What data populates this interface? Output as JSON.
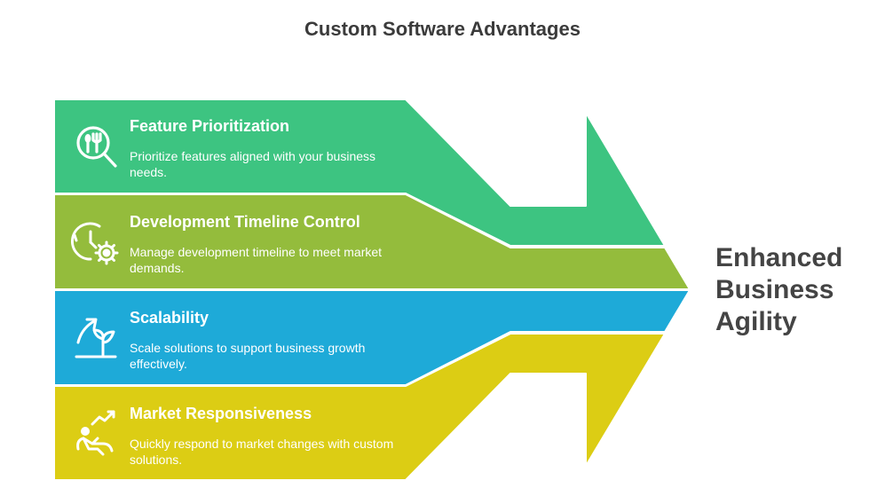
{
  "title": "Custom Software Advantages",
  "colors": {
    "green": "#3dc481",
    "olive": "#94bc3c",
    "blue": "#1eaad8",
    "yellow": "#dccd14",
    "title_text": "#3b3b3b",
    "result_text": "#444444"
  },
  "items": [
    {
      "title": "Feature Prioritization",
      "description": "Prioritize features aligned with your business needs.",
      "icon": "fork-spoon-magnifier-icon"
    },
    {
      "title": "Development Timeline Control",
      "description": "Manage development timeline to meet market demands.",
      "icon": "clock-gear-icon"
    },
    {
      "title": "Scalability",
      "description": "Scale solutions to support business growth effectively.",
      "icon": "growing-plant-icon"
    },
    {
      "title": "Market Responsiveness",
      "description": "Quickly respond to market changes with custom solutions.",
      "icon": "runner-trend-icon"
    }
  ],
  "result": "Enhanced Business Agility"
}
